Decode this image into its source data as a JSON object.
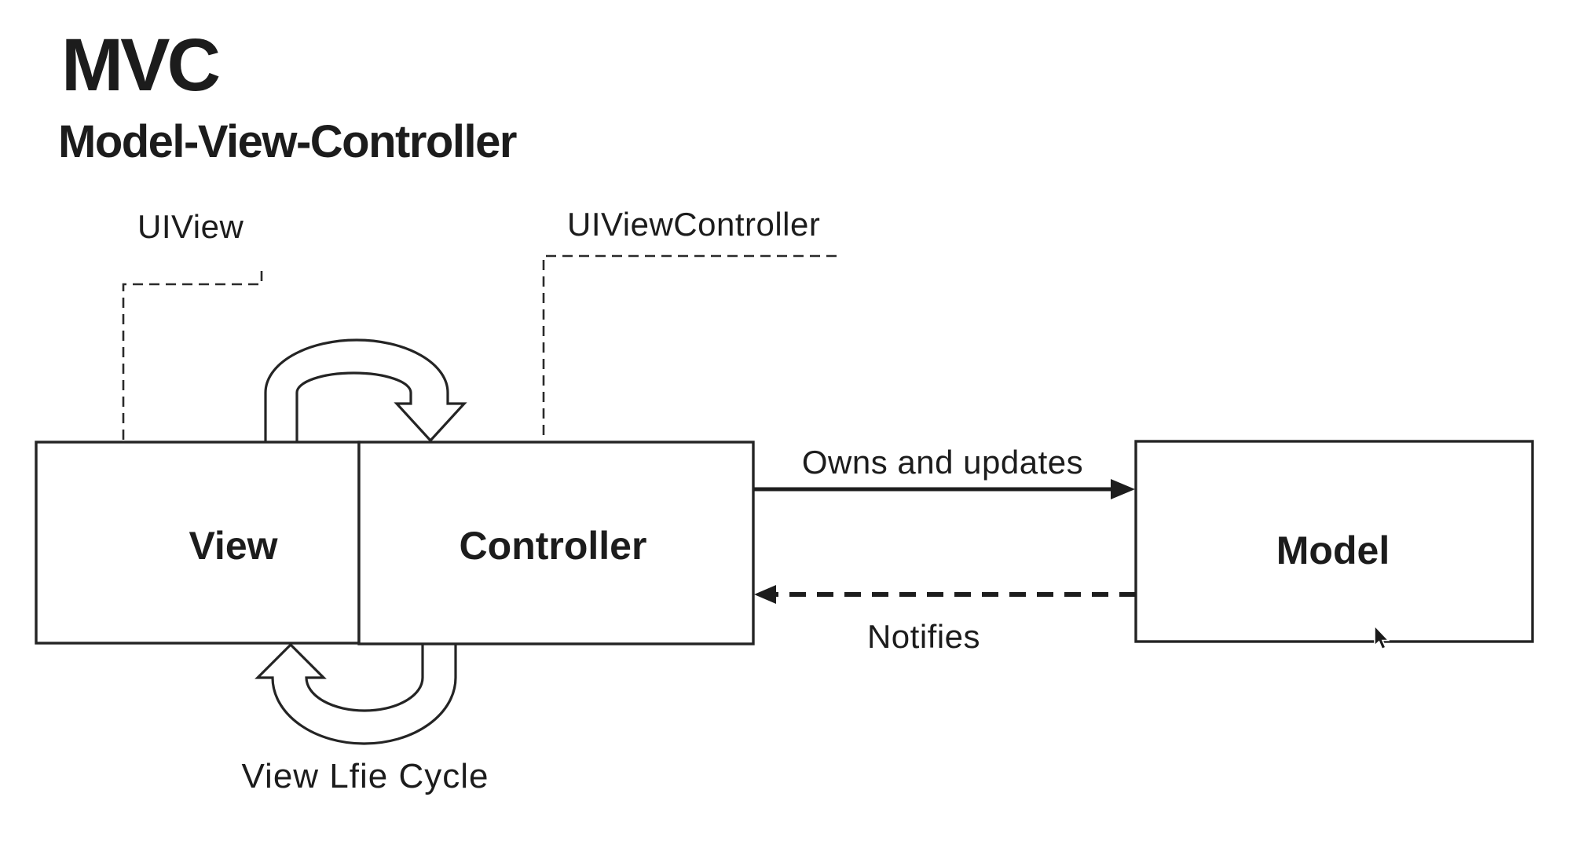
{
  "page": {
    "background": "#ffffff",
    "ink": "#1c1c1c"
  },
  "header": {
    "title": "MVC",
    "subtitle": "Model-View-Controller"
  },
  "callouts": {
    "uiview": {
      "label": "UIView",
      "line_style": "dashed-elbow"
    },
    "uiviewcontroller": {
      "label": "UIViewController",
      "line_style": "dashed-elbow"
    }
  },
  "boxes": {
    "view": {
      "label": "View"
    },
    "controller": {
      "label": "Controller"
    },
    "model": {
      "label": "Model"
    }
  },
  "relations": {
    "owns": {
      "label": "Owns and updates",
      "from": "Controller",
      "to": "Model",
      "style": "solid-arrow"
    },
    "notifies": {
      "label": "Notifies",
      "from": "Model",
      "to": "Controller",
      "style": "dashed-arrow"
    },
    "view_life_cycle": {
      "label": "View Lfie Cycle",
      "style": "u-turn-loop-arrows"
    }
  }
}
